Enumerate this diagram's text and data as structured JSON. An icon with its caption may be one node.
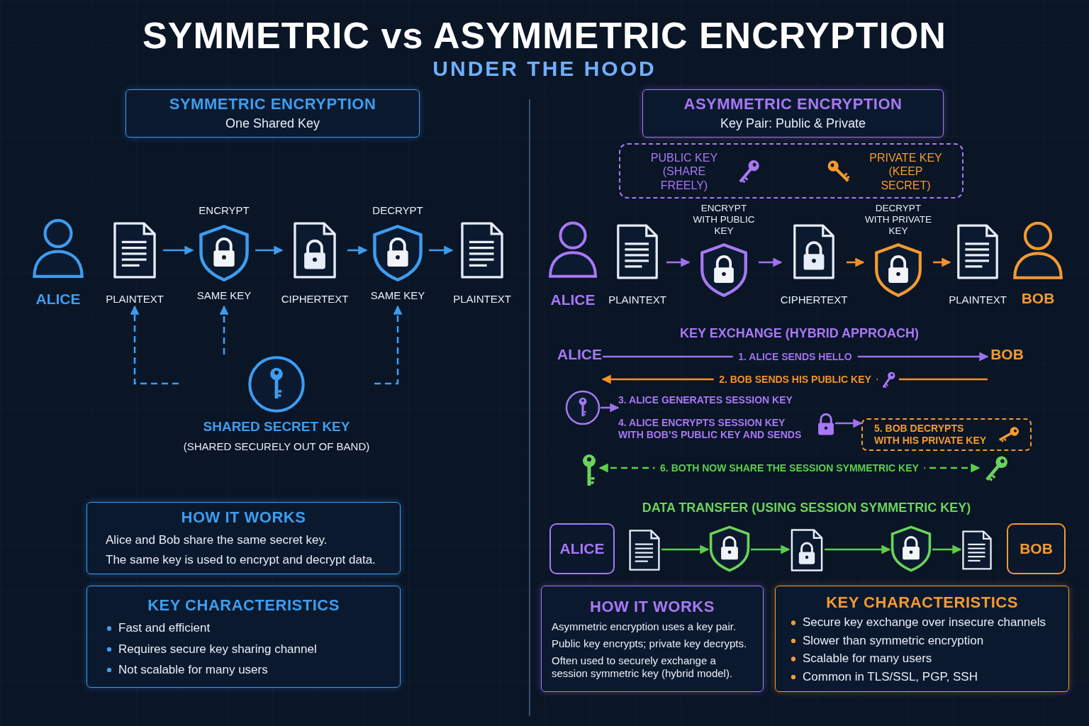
{
  "diagram": {
    "title": "SYMMETRIC vs ASYMMETRIC ENCRYPTION",
    "nodes": [
      {
        "text": [
          "SYMMETRIC ENCRYPTION",
          "One Shared Key"
        ]
      },
      {
        "text": [
          "ALICE"
        ]
      },
      {
        "text": [
          "PLAINTEXT"
        ]
      },
      {
        "text": [
          "ENCRYPT",
          "SAME KEY"
        ]
      },
      {
        "text": [
          "CIPHERTEXT"
        ]
      },
      {
        "text": [
          "DECRYPT",
          "SAME KEY"
        ]
      },
      {
        "text": [
          "PLAINTEXT"
        ]
      },
      {
        "text": [
          "SHARED SECRET KEY",
          "(SHARED SECURELY OUT OF BAND)"
        ]
      },
      {
        "text": [
          "HOW IT WORKS",
          "Alice and Bob share the same secret key.",
          "The same key is used to encrypt and decrypt data."
        ]
      },
      {
        "text": [
          "KEY CHARACTERISTICS",
          "Fast and efficient",
          "Requires secure key sharing channel",
          "Not scalable for many users"
        ]
      },
      {
        "text": [
          "ASYMMETRIC ENCRYPTION",
          "Key Pair: Public & Private"
        ]
      },
      {
        "text": [],
        "shape": "box"
      },
      {
        "text": [
          "PUBLIC KEY (SHARE FREELY)"
        ],
        "in": 11
      },
      {
        "text": [
          "PRIVATE KEY (KEEP SECRET)"
        ],
        "in": 11
      },
      {
        "text": [
          "ALICE"
        ]
      },
      {
        "text": [
          "PLAINTEXT"
        ]
      },
      {
        "text": [
          "ENCRYPT WITH PUBLIC KEY"
        ]
      },
      {
        "text": [
          "CIPHERTEXT"
        ]
      },
      {
        "text": [
          "DECRYPT WITH PRIVATE KEY"
        ]
      },
      {
        "text": [
          "PLAINTEXT"
        ]
      },
      {
        "text": [
          "BOB"
        ]
      },
      {
        "text": [
          "KEY EXCHANGE (HYBRID APPROACH)"
        ]
      },
      {
        "text": [
          "ALICE"
        ],
        "in": 21
      },
      {
        "text": [
          "BOB"
        ],
        "in": 21
      },
      {
        "text": [],
        "shape": "circle",
        "in": 21
      },
      {
        "text": [
          "3. ALICE GENERATES SESSION KEY"
        ],
        "in": 21
      },
      {
        "text": [
          "4. ALICE ENCRYPTS SESSION KEY WITH BOB’S PUBLIC KEY AND SENDS"
        ],
        "in": 21
      },
      {
        "text": [],
        "shape": "lock",
        "in": 21
      },
      {
        "text": [
          "5. BOB DECRYPTS WITH HIS PRIVATE KEY"
        ],
        "in": 21
      },
      {
        "text": [],
        "shape": "key",
        "in": 21
      },
      {
        "text": [],
        "shape": "key",
        "in": 21
      },
      {
        "text": [
          "DATA TRANSFER (USING SESSION SYMMETRIC KEY)"
        ]
      },
      {
        "text": [
          "ALICE"
        ],
        "in": 31
      },
      {
        "text": [],
        "shape": "document",
        "in": 31
      },
      {
        "text": [],
        "shape": "shield",
        "in": 31
      },
      {
        "text": [],
        "shape": "document",
        "in": 31
      },
      {
        "text": [],
        "shape": "shield",
        "in": 31
      },
      {
        "text": [],
        "shape": "document",
        "in": 31
      },
      {
        "text": [
          "BOB"
        ],
        "in": 31
      },
      {
        "text": [
          "HOW IT WORKS",
          "Asymmetric encryption uses a key pair.",
          "Public key encrypts; private key decrypts.",
          "Often used to securely exchange a session symmetric key (hybrid model)."
        ]
      },
      {
        "text": [
          "KEY CHARACTERISTICS",
          "Secure key exchange over insecure channels",
          "Slower than symmetric encryption",
          "Scalable for many users",
          "Common in TLS/SSL, PGP, SSH"
        ]
      }
    ],
    "edges": [
      {
        "from": 2,
        "to": 3,
        "arrow": "to"
      },
      {
        "from": 3,
        "to": 4,
        "arrow": "to"
      },
      {
        "from": 4,
        "to": 5,
        "arrow": "to"
      },
      {
        "from": 5,
        "to": 6,
        "arrow": "to"
      },
      {
        "from": 7,
        "to": 2,
        "arrow": "to",
        "style": "dashed"
      },
      {
        "from": 7,
        "to": 3,
        "arrow": "to",
        "style": "dashed"
      },
      {
        "from": 7,
        "to": 5,
        "arrow": "to",
        "style": "dashed"
      },
      {
        "from": 15,
        "to": 16,
        "arrow": "to",
        "color": "#a070f0"
      },
      {
        "from": 16,
        "to": 17,
        "arrow": "to",
        "color": "#a070f0"
      },
      {
        "from": 17,
        "to": 18,
        "arrow": "to",
        "color": "#f5922a"
      },
      {
        "from": 18,
        "to": 19,
        "arrow": "to",
        "color": "#f5922a"
      },
      {
        "from": 22,
        "to": 23,
        "label": "1. ALICE SENDS HELLO",
        "arrow": "to",
        "color": "#a070f0"
      },
      {
        "from": 23,
        "to": 22,
        "label": "2. BOB SENDS HIS PUBLIC KEY",
        "arrow": "to",
        "color": "#f5922a"
      },
      {
        "from": 24,
        "to": 25,
        "arrow": "to",
        "color": "#a070f0"
      },
      {
        "from": 27,
        "to": 28,
        "arrow": "to",
        "color": "#a070f0"
      },
      {
        "from": 29,
        "to": 30,
        "label": "6. BOTH NOW SHARE THE SESSION SYMMETRIC KEY",
        "arrow": "both",
        "style": "dashed",
        "color": "#5ccf4a"
      },
      {
        "from": 33,
        "to": 34,
        "arrow": "to",
        "color": "#5ccf4a"
      },
      {
        "from": 34,
        "to": 35,
        "arrow": "to",
        "color": "#5ccf4a"
      },
      {
        "from": 35,
        "to": 36,
        "arrow": "to",
        "color": "#5ccf4a"
      },
      {
        "from": 36,
        "to": 37,
        "arrow": "to",
        "color": "#5ccf4a"
      }
    ],
    "labels": [
      "UNDER THE HOOD"
    ]
  }
}
